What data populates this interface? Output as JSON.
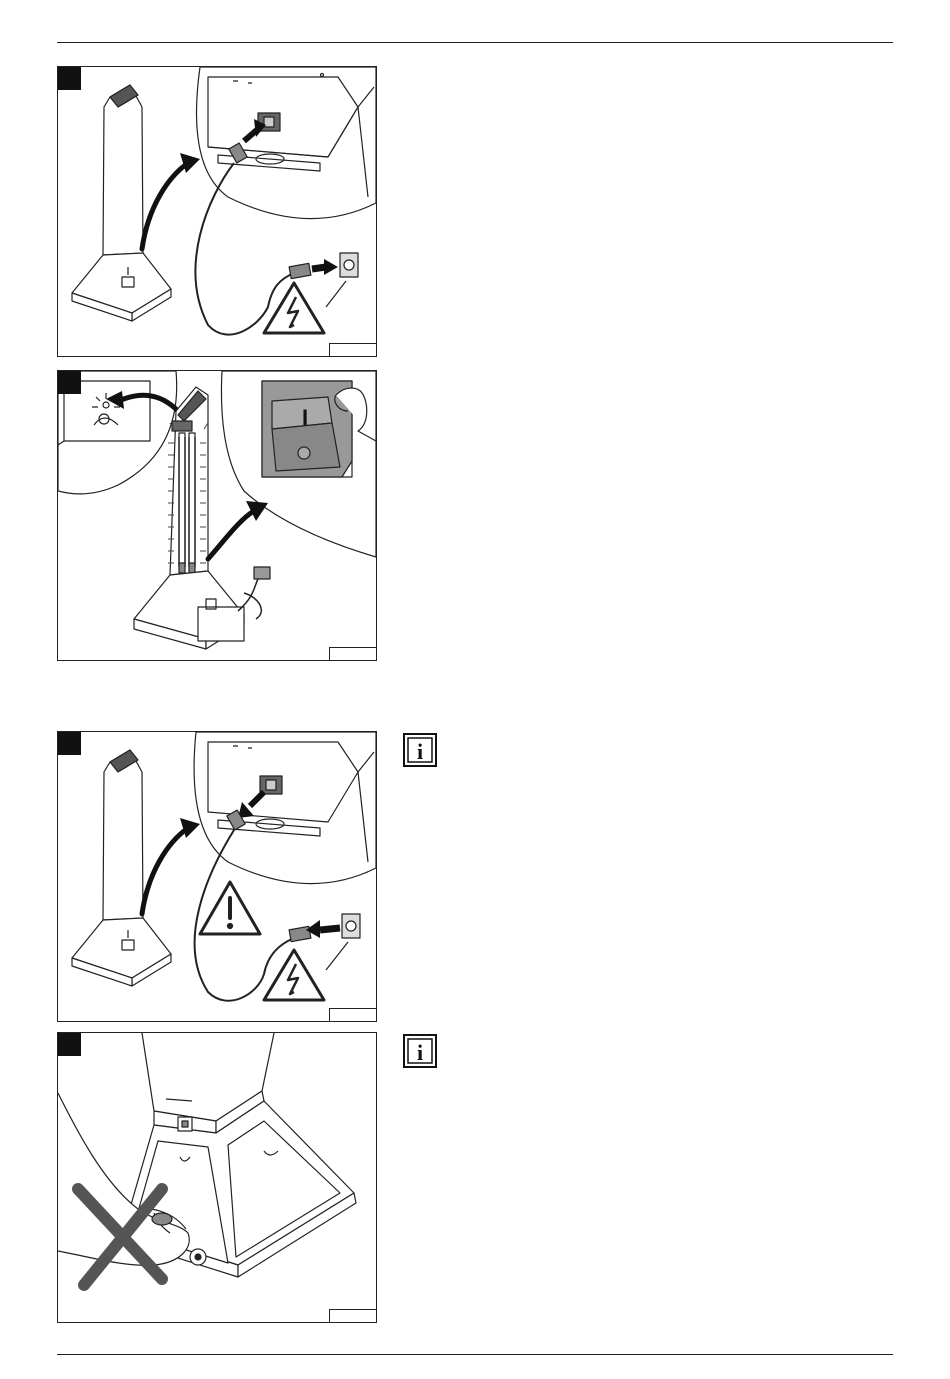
{
  "page": {
    "figures": [
      {
        "id": "figure-1",
        "caption": ""
      },
      {
        "id": "figure-2",
        "caption": ""
      },
      {
        "id": "figure-3",
        "caption": ""
      },
      {
        "id": "figure-4",
        "caption": ""
      }
    ],
    "info_icons": [
      {
        "glyph": "i"
      },
      {
        "glyph": "i"
      }
    ],
    "switch_glyph": "I"
  }
}
